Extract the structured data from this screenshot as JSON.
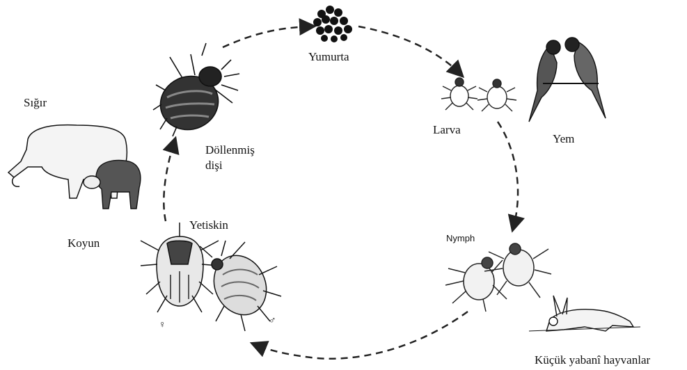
{
  "labels": {
    "egg": "Yumurta",
    "larva": "Larva",
    "nymph": "Nymph",
    "fertilized_female": "Döllenmiş\ndişi",
    "adult": "Yetiskin",
    "female_symbol": "♀",
    "male_symbol": "♂",
    "cattle": "Sığır",
    "sheep": "Koyun",
    "bird": "Yem",
    "small_wild": "Küçük yabanî hayvanlar"
  },
  "colors": {
    "ink": "#111111",
    "cycle_arrow": "#222222"
  }
}
